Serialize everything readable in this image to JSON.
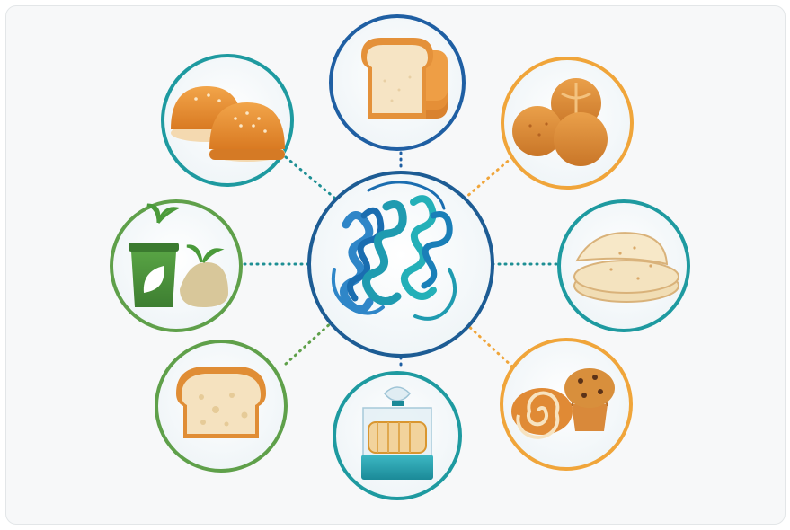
{
  "diagram": {
    "hub": {
      "icon": "protein-structure-icon",
      "ring_color": "#1d5c94"
    },
    "nodes": [
      {
        "id": "burger-buns",
        "icon": "burger-buns-icon",
        "ring_color": "#1e9aa0"
      },
      {
        "id": "sliced-bread",
        "icon": "sliced-bread-icon",
        "ring_color": "#1f5fa3"
      },
      {
        "id": "bread-rolls",
        "icon": "bread-rolls-icon",
        "ring_color": "#f0a53a"
      },
      {
        "id": "compost-waste",
        "icon": "compost-bin-icon",
        "ring_color": "#5fa04a"
      },
      {
        "id": "tortillas",
        "icon": "tortillas-icon",
        "ring_color": "#1e9aa0"
      },
      {
        "id": "bread-loaf",
        "icon": "bread-loaf-icon",
        "ring_color": "#5fa04a"
      },
      {
        "id": "packaged-bread",
        "icon": "packaged-bread-icon",
        "ring_color": "#1e9aa0"
      },
      {
        "id": "sweet-pastries",
        "icon": "cinnamon-roll-muffin-icon",
        "ring_color": "#f0a53a"
      }
    ],
    "connector_colors": {
      "teal": "#1e8f94",
      "blue": "#1f5fa3",
      "orange": "#f0a53a",
      "green": "#5fa04a"
    }
  }
}
